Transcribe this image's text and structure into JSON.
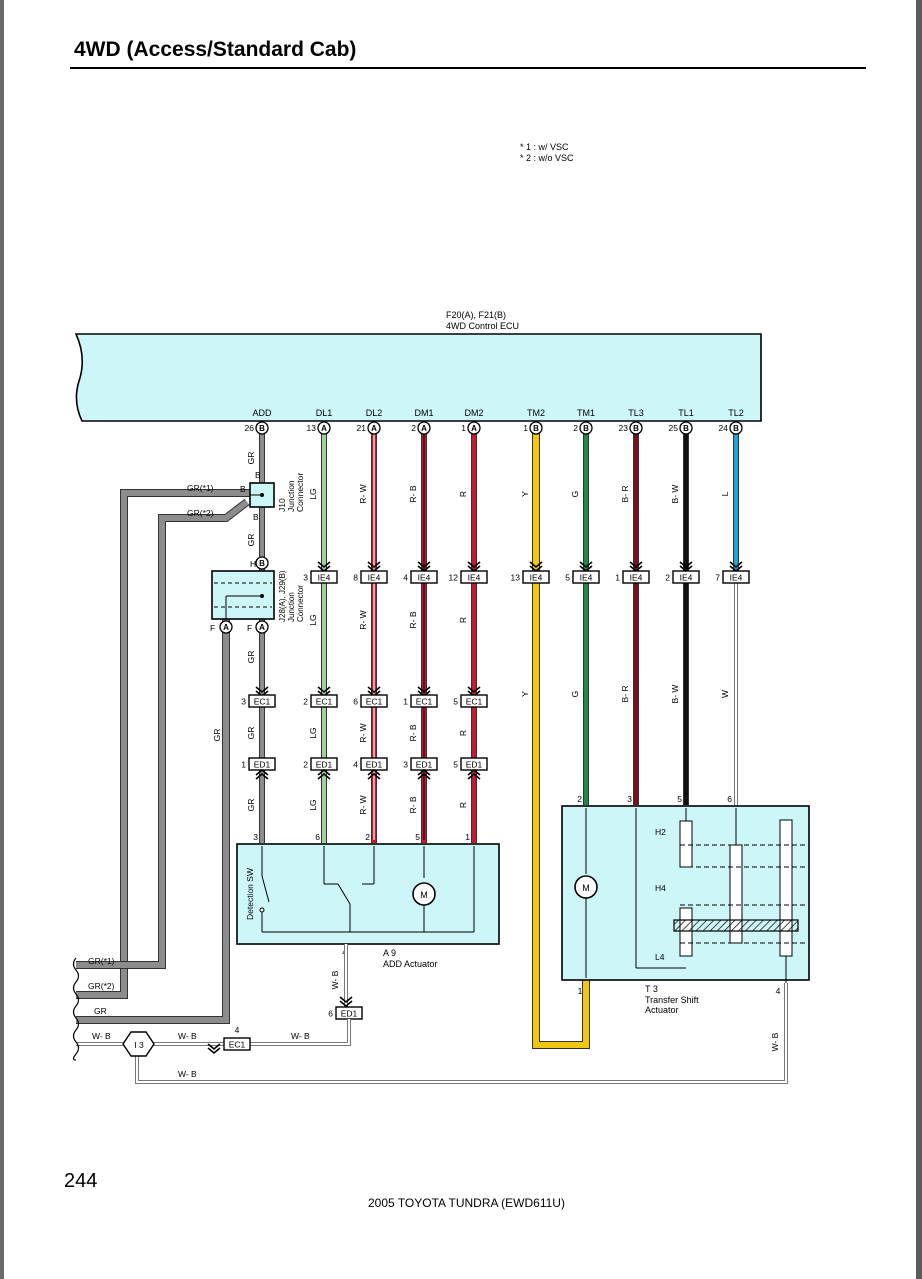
{
  "page": {
    "title": "4WD (Access/Standard Cab)",
    "page_number": "244",
    "footer": "2005 TOYOTA TUNDRA (EWD611U)"
  },
  "notes": [
    "* 1 : w/ VSC",
    "* 2 : w/o VSC"
  ],
  "ecu": {
    "code": "F20(A), F21(B)",
    "name": "4WD Control ECU",
    "terminals": [
      {
        "label": "ADD",
        "pin": "26",
        "conn": "B"
      },
      {
        "label": "DL1",
        "pin": "13",
        "conn": "A"
      },
      {
        "label": "DL2",
        "pin": "21",
        "conn": "A"
      },
      {
        "label": "DM1",
        "pin": "2",
        "conn": "A"
      },
      {
        "label": "DM2",
        "pin": "1",
        "conn": "A"
      },
      {
        "label": "TM2",
        "pin": "1",
        "conn": "B"
      },
      {
        "label": "TM1",
        "pin": "2",
        "conn": "B"
      },
      {
        "label": "TL3",
        "pin": "23",
        "conn": "B"
      },
      {
        "label": "TL1",
        "pin": "25",
        "conn": "B"
      },
      {
        "label": "TL2",
        "pin": "24",
        "conn": "B"
      }
    ]
  },
  "wires": [
    {
      "color_code": "GR",
      "color": "#8c8c8c"
    },
    {
      "color_code": "LG",
      "color": "#9fd0a0"
    },
    {
      "color_code": "R- W",
      "color": "#c8192e"
    },
    {
      "color_code": "R- B",
      "color": "#c8192e"
    },
    {
      "color_code": "R",
      "color": "#c8192e"
    },
    {
      "color_code": "Y",
      "color": "#f2c511"
    },
    {
      "color_code": "G",
      "color": "#1a8a45"
    },
    {
      "color_code": "B- R",
      "color": "#7a1020"
    },
    {
      "color_code": "B- W",
      "color": "#111111"
    },
    {
      "color_code": "L",
      "color": "#21a3d6"
    },
    {
      "color_code": "W",
      "color": "#ffffff"
    },
    {
      "color_code": "W- B",
      "color": "#ffffff"
    }
  ],
  "connectors": {
    "ie4": {
      "name": "IE4",
      "pins": [
        "3",
        "8",
        "4",
        "12",
        "13",
        "5",
        "1",
        "2",
        "7"
      ]
    },
    "ec1": {
      "name": "EC1",
      "pins": [
        "3",
        "2",
        "6",
        "1",
        "5"
      ]
    },
    "ed1": {
      "name": "ED1",
      "pins": [
        "1",
        "2",
        "4",
        "3",
        "5"
      ]
    },
    "ec1_ground": {
      "name": "EC1",
      "pin": "4"
    },
    "ed1_ground": {
      "name": "ED1",
      "pin": "6"
    }
  },
  "junction_j10": {
    "name": "J10\nJunction\nConnector",
    "line1": "J10",
    "line2": "Junction",
    "line3": "Connector",
    "pin_top": "B",
    "pin_left": "B",
    "pin_bottom": "B"
  },
  "junction_j28": {
    "line1": "J28(A), J29(B)",
    "line2": "Junction",
    "line3": "Connector",
    "pin_top": "H",
    "pin_bl": "F",
    "pin_br": "F"
  },
  "gr_labels": {
    "star1": "GR(*1)",
    "star2": "GR(*2)",
    "plain": "GR",
    "side": "GR"
  },
  "add_actuator": {
    "code": "A 9",
    "name": "ADD Actuator",
    "switch": "Detection SW",
    "motor": "M",
    "pins": [
      "3",
      "6",
      "2",
      "5",
      "1"
    ],
    "ground_pin": "4"
  },
  "transfer_actuator": {
    "code": "T 3",
    "line1": "Transfer Shift",
    "line2": "Actuator",
    "motor": "M",
    "h2": "H2",
    "h4": "H4",
    "l4": "L4",
    "pins": [
      "2",
      "3",
      "5",
      "6"
    ],
    "pin1": "1",
    "pin4": "4"
  },
  "ground": {
    "name": "I 3",
    "wire": "W- B"
  }
}
